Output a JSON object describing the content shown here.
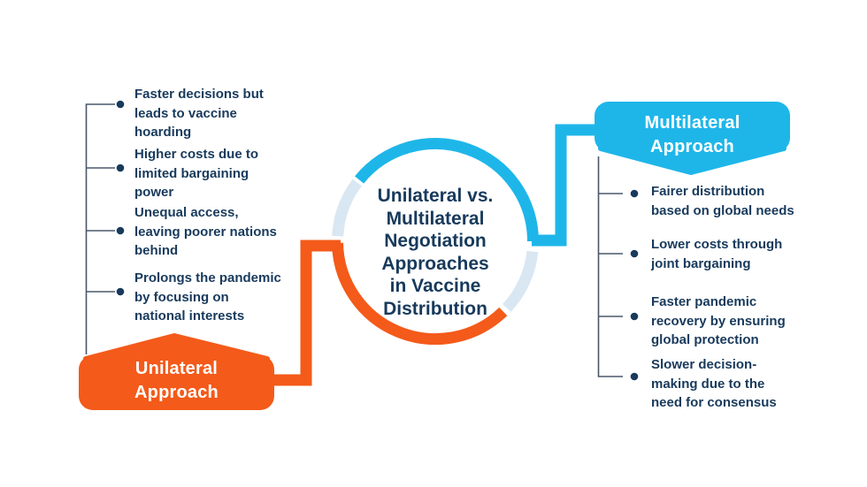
{
  "center": {
    "title": "Unilateral vs.\nMultilateral\nNegotiation\nApproaches\nin Vaccine\nDistribution"
  },
  "unilateral": {
    "label": "Unilateral\nApproach",
    "items": [
      "Faster decisions but\nleads to vaccine\nhoarding",
      "Higher costs due to\nlimited bargaining\npower",
      "Unequal access,\nleaving poorer nations\nbehind",
      "Prolongs the pandemic\nby focusing on\nnational interests"
    ]
  },
  "multilateral": {
    "label": "Multilateral\nApproach",
    "items": [
      "Fairer distribution\nbased on global needs",
      "Lower costs through\njoint bargaining",
      "Faster pandemic\nrecovery by ensuring\nglobal protection",
      "Slower decision-\nmaking due to the\nneed for consensus"
    ]
  },
  "colors": {
    "orange": "#F45A1A",
    "blue": "#1EB6E9",
    "navy": "#183A5C",
    "pale_arc": "#D9E7F3",
    "line": "#4A586B",
    "bg": "#FFFFFF"
  }
}
